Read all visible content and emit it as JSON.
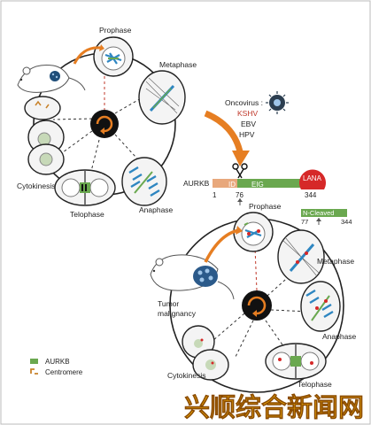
{
  "figure_left": {
    "phases": [
      "Prophase",
      "Metaphase",
      "Anaphase",
      "Telophase",
      "Cytokinesis"
    ]
  },
  "oncovirus": {
    "title": "Oncovirus :",
    "viruses": [
      "KSHV",
      "EBV",
      "HPV"
    ],
    "kshv_color": "#c0392b"
  },
  "protein_bar": {
    "start": "1",
    "site": "76",
    "site2": "77",
    "end": "344",
    "end2": "344",
    "protein_label": "AURKB",
    "domain_label": "ID",
    "domain2_label": "EIG",
    "lana_label": "LANA",
    "cleaved_label": "N-Cleaved",
    "colors": {
      "bar": "#e8a87c",
      "green": "#6aa84f",
      "lana": "#d62828"
    }
  },
  "figure_right": {
    "phases": [
      "Prophase",
      "Metaphase",
      "Anaphase",
      "Telophase",
      "Cytokinesis"
    ],
    "tumor_label_line1": "Tumor",
    "tumor_label_line2": "malignancy"
  },
  "legend": {
    "items": [
      {
        "label": "AURKB",
        "color": "#6aa84f",
        "icon": "green-bar-icon"
      },
      {
        "label": "Centromere",
        "color": "#c8822a",
        "icon": "centromere-icon"
      }
    ]
  },
  "watermark": "兴顺综合新闻网"
}
